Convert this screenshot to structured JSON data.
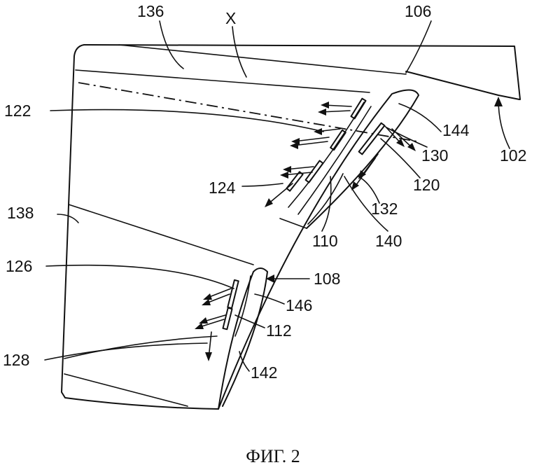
{
  "caption": "ФИГ. 2",
  "labels": {
    "l136": "136",
    "lx": "X",
    "l106": "106",
    "l122": "122",
    "l144": "144",
    "l130": "130",
    "l102": "102",
    "l120": "120",
    "l124": "124",
    "l132": "132",
    "l138": "138",
    "l110": "110",
    "l140": "140",
    "l126": "126",
    "l108": "108",
    "l146": "146",
    "l112": "112",
    "l128": "128",
    "l142": "142"
  }
}
